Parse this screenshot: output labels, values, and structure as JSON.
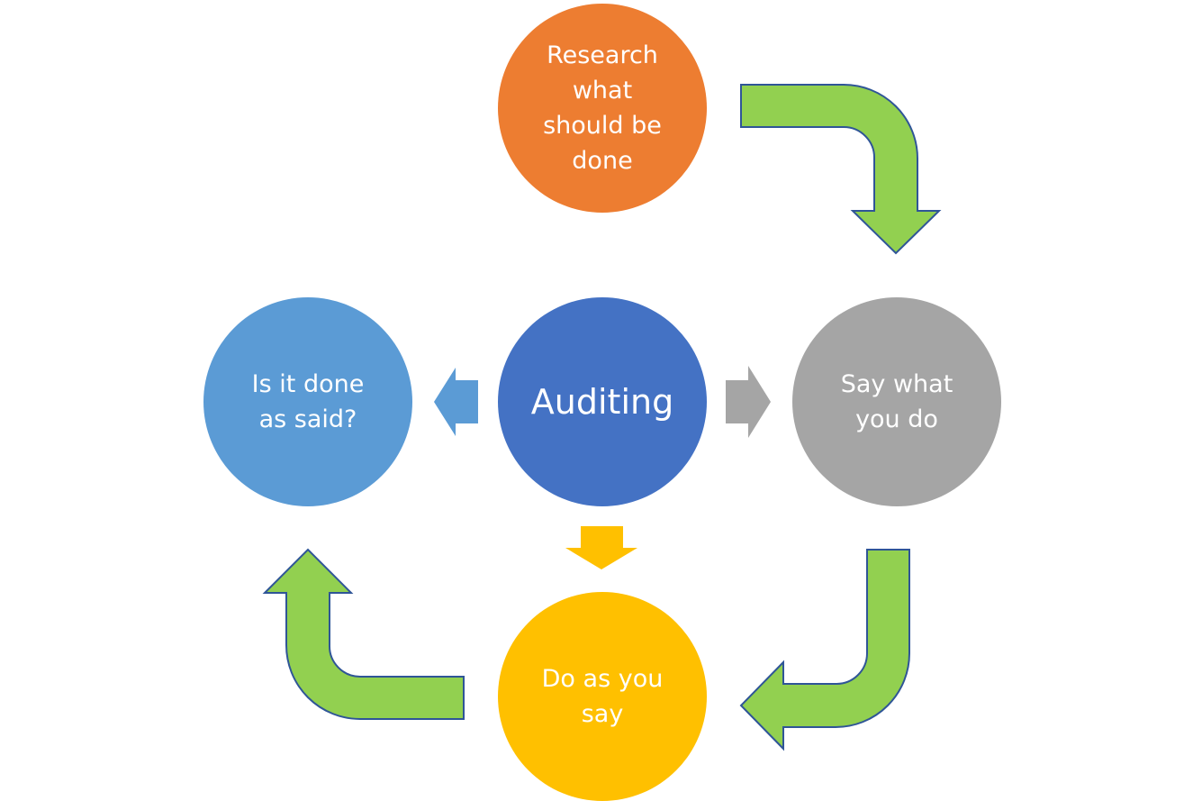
{
  "nodes": {
    "research": {
      "label": "Research what should be done",
      "color": "#ED7D31"
    },
    "say": {
      "label": "Say what you do",
      "color": "#A5A5A5"
    },
    "do": {
      "label": "Do as you say",
      "color": "#FFC000"
    },
    "check": {
      "label": "Is it done as said?",
      "color": "#5B9BD5"
    },
    "center": {
      "label": "Auditing",
      "color": "#4472C4"
    }
  },
  "colors": {
    "cycle_arrow": "#92D050",
    "cycle_arrow_outline": "#2F5597"
  },
  "edges": [
    {
      "from": "research",
      "to": "say",
      "style": "curved-cycle-arrow"
    },
    {
      "from": "say",
      "to": "do",
      "style": "curved-cycle-arrow"
    },
    {
      "from": "do",
      "to": "check",
      "style": "curved-cycle-arrow"
    },
    {
      "from": "center",
      "to": "check",
      "style": "chevron-arrow"
    },
    {
      "from": "center",
      "to": "say",
      "style": "chevron-arrow"
    },
    {
      "from": "center",
      "to": "do",
      "style": "chevron-arrow"
    }
  ]
}
